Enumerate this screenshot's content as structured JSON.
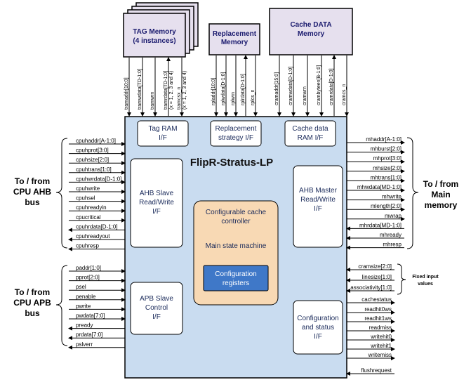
{
  "title": "FlipR-Stratus-LP",
  "memories": {
    "tag": [
      "TAG Memory",
      "(4 instances)"
    ],
    "replacement": [
      "Replacement",
      "Memory"
    ],
    "data": [
      "Cache DATA",
      "Memory"
    ]
  },
  "tag_signals": [
    "tramaddr[10:0]",
    "tramwdata[TD-1:0]",
    "tramwrn",
    "tramrdata[TD-1:0]",
    "(x = 1, 2, 3 and 4)",
    "tramcsx_n",
    "(x = 1, 2, 3 and 4)"
  ],
  "repl_signals": [
    "rpladdr[10:0]",
    "rplwdata[D-1:0]",
    "rplwrn",
    "rplrdata[D-1:0]",
    "rplcs_n"
  ],
  "data_signals": [
    "cramaddr[15:0]",
    "cramwdata[D-1:0]",
    "cramwrn",
    "crambyteen[B-1:0]",
    "cramrdata[D-1:0]",
    "cramcs_n"
  ],
  "blocks": {
    "tag_if": [
      "Tag RAM",
      "I/F"
    ],
    "repl_if": [
      "Replacement",
      "strategy I/F"
    ],
    "data_if": [
      "Cache data",
      "RAM I/F"
    ],
    "ahb_slave": [
      "AHB Slave",
      "Read/Write",
      "I/F"
    ],
    "apb_slave": [
      "APB Slave",
      "Control",
      "I/F"
    ],
    "ahb_master": [
      "AHB Master",
      "Read/Write",
      "I/F"
    ],
    "cfg_status": [
      "Configuration",
      "and status",
      "I/F"
    ],
    "controller": [
      "Configurable cache",
      "controller"
    ],
    "state_machine": "Main state machine",
    "cfg_regs": [
      "Configuration",
      "registers"
    ]
  },
  "left_labels": {
    "ahb": [
      "To / from",
      "CPU AHB",
      "bus"
    ],
    "apb": [
      "To / from",
      "CPU APB",
      "bus"
    ]
  },
  "right_label": [
    "To / from",
    "Main",
    "memory"
  ],
  "fixed_label": [
    "Fixed input",
    "values"
  ],
  "ahb_slave_signals": [
    "cpuhaddr[A-1:0]",
    "cpuhprot[3:0]",
    "cpuhsize[2:0]",
    "cpuhtrans[1:0]",
    "cpuhwrdata[D-1:0]",
    "cpuhwrite",
    "cpuhsel",
    "cpuhreadyin",
    "cpucritical",
    "cpuhrdata[D-1:0]",
    "cpuhreadyout",
    "cpuhresp"
  ],
  "apb_signals": [
    "paddr[1:0]",
    "pprot[2:0]",
    "psel",
    "penable",
    "pwrite",
    "pwdata[7:0]",
    "pready",
    "prdata[7:0]",
    "pslverr"
  ],
  "ahb_master_signals": [
    "mhaddr[A-1:0]",
    "mhburst[2:0]",
    "mhprot[3:0]",
    "mhsize[2:0]",
    "mhtrans[1:0]",
    "mhwdata[MD-1:0]",
    "mhwrite",
    "mlength[2:0]",
    "mwrap",
    "mhrdata[MD-1:0]",
    "mhready",
    "mhresp"
  ],
  "cfg_signals": [
    "cramsize[2:0]",
    "linesize[1:0]",
    "associativity[1:0]",
    "cachestatus",
    "readhit0ws",
    "readhit1ws",
    "readmiss",
    "writehit0",
    "writehit1",
    "writemiss",
    "flushrequest"
  ]
}
